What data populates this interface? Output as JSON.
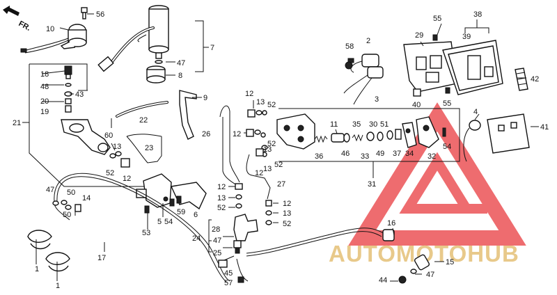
{
  "front_arrow": {
    "text": "FR."
  },
  "watermark": {
    "text": "AUTOMOTOHUB",
    "color_red": "#e8363a",
    "color_gold": "#e8c98a"
  },
  "labels": {
    "l56": "56",
    "l10": "10",
    "l7": "7",
    "l47a": "47",
    "l8": "8",
    "l18": "18",
    "l48": "48",
    "l43": "43",
    "l20": "20",
    "l19": "19",
    "l21": "21",
    "l22": "22",
    "l60": "60",
    "l13a": "13",
    "l52a": "52",
    "l23": "23",
    "l12a": "12",
    "l9": "9",
    "l26": "26",
    "l12b": "12",
    "l13b": "13",
    "l52b": "52",
    "l12c": "12",
    "l52c": "52",
    "l13c": "13",
    "l52d": "52",
    "l12d": "12",
    "l13d": "13",
    "l27": "27",
    "l12e": "12",
    "l13e": "13",
    "l52e": "52",
    "l58": "58",
    "l2": "2",
    "l3": "3",
    "l55a": "55",
    "l38": "38",
    "l29": "29",
    "l39": "39",
    "l40": "40",
    "l55b": "55",
    "l42": "42",
    "l4": "4",
    "l41": "41",
    "l11": "11",
    "l35": "35",
    "l30": "30",
    "l51": "51",
    "l36": "36",
    "l46": "46",
    "l33": "33",
    "l49": "49",
    "l37": "37",
    "l34": "34",
    "l32": "32",
    "l54a": "54",
    "l31": "31",
    "l47b": "47",
    "l50a": "50",
    "l14": "14",
    "l50b": "50",
    "l5": "5",
    "l54b": "54",
    "l59": "59",
    "l6": "6",
    "l53": "53",
    "l12f": "12",
    "l13f": "13",
    "l52f": "52",
    "l28": "28",
    "l24": "24",
    "l47c": "47",
    "l25": "25",
    "l45": "45",
    "l57": "57",
    "l1a": "1",
    "l17": "17",
    "l1b": "1",
    "l16": "16",
    "l15": "15",
    "l44": "44",
    "l47d": "47"
  }
}
